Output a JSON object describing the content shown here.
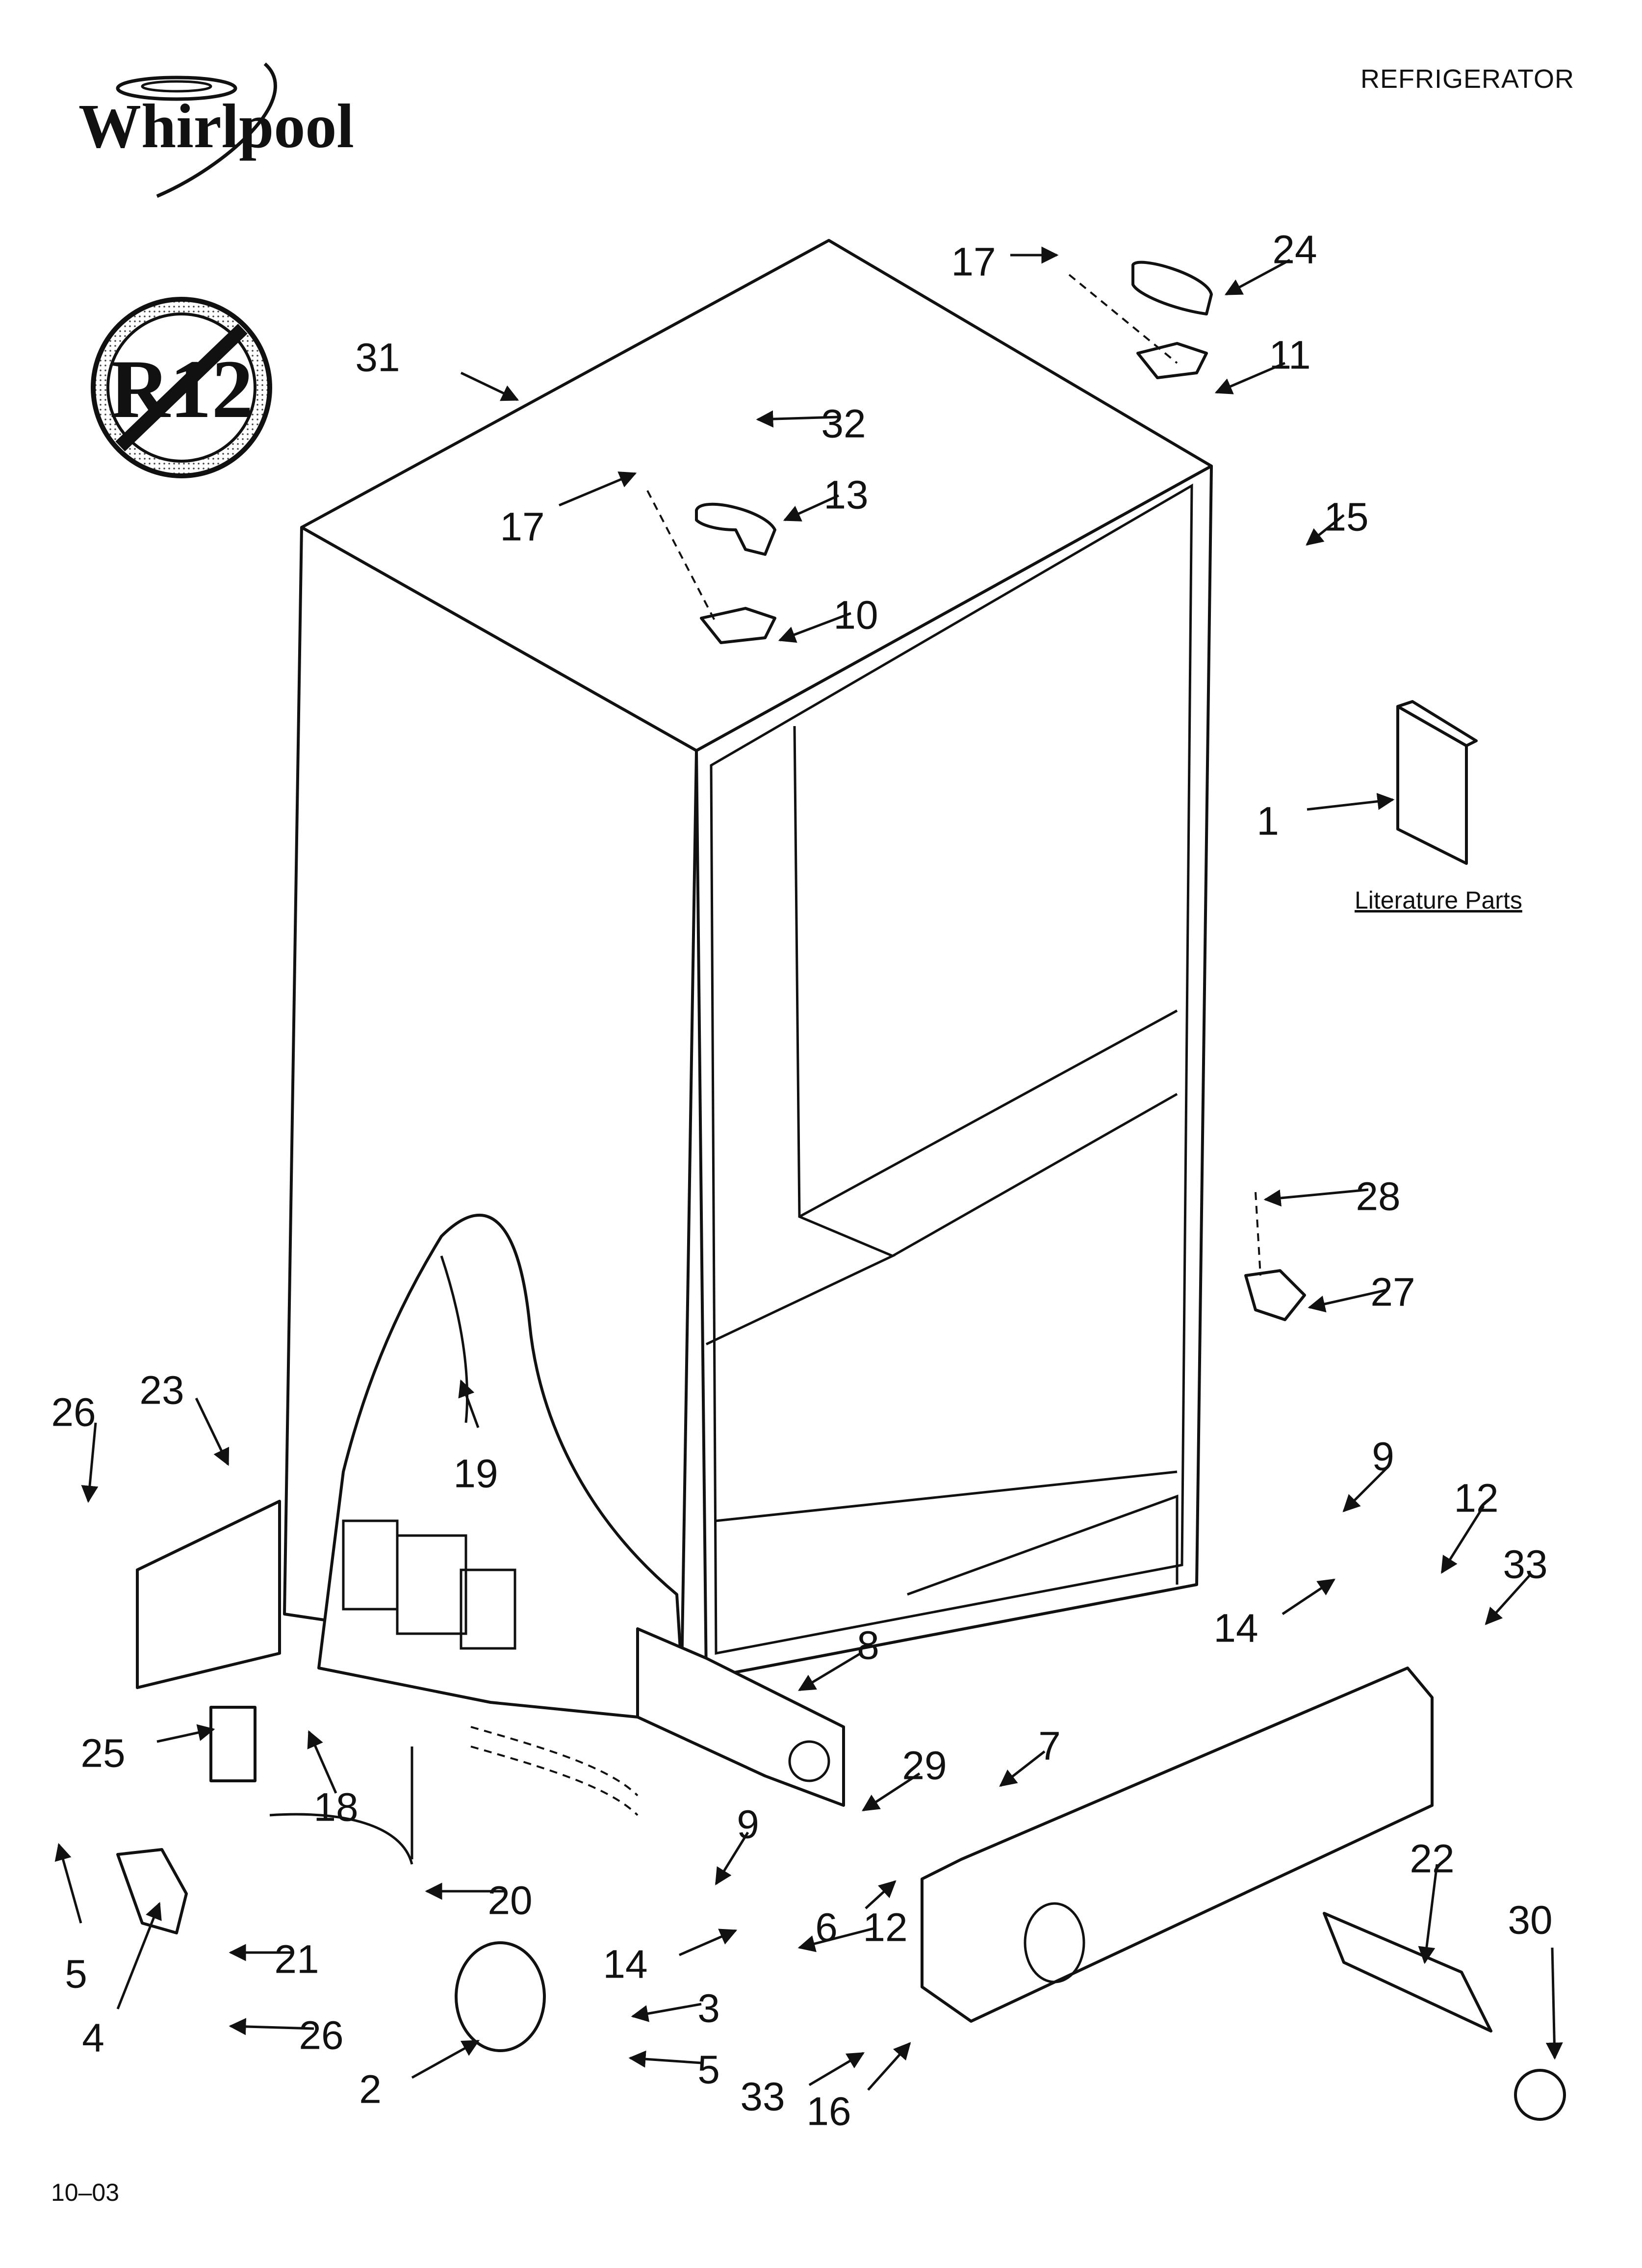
{
  "header": {
    "brand": "Whirlpool",
    "product": "REFRIGERATOR",
    "date_code": "10–03",
    "badge": "R12"
  },
  "literature_label": "Literature Parts",
  "callouts": [
    {
      "id": "c31",
      "label": "31"
    },
    {
      "id": "c17a",
      "label": "17"
    },
    {
      "id": "c24",
      "label": "24"
    },
    {
      "id": "c11",
      "label": "11"
    },
    {
      "id": "c32",
      "label": "32"
    },
    {
      "id": "c17b",
      "label": "17"
    },
    {
      "id": "c13",
      "label": "13"
    },
    {
      "id": "c15",
      "label": "15"
    },
    {
      "id": "c10",
      "label": "10"
    },
    {
      "id": "c1",
      "label": "1"
    },
    {
      "id": "c28",
      "label": "28"
    },
    {
      "id": "c27",
      "label": "27"
    },
    {
      "id": "c26a",
      "label": "26"
    },
    {
      "id": "c23",
      "label": "23"
    },
    {
      "id": "c19",
      "label": "19"
    },
    {
      "id": "c9a",
      "label": "9"
    },
    {
      "id": "c12a",
      "label": "12"
    },
    {
      "id": "c33a",
      "label": "33"
    },
    {
      "id": "c14a",
      "label": "14"
    },
    {
      "id": "c8",
      "label": "8"
    },
    {
      "id": "c25",
      "label": "25"
    },
    {
      "id": "c18",
      "label": "18"
    },
    {
      "id": "c29",
      "label": "29"
    },
    {
      "id": "c7",
      "label": "7"
    },
    {
      "id": "c9b",
      "label": "9"
    },
    {
      "id": "c20",
      "label": "20"
    },
    {
      "id": "c22",
      "label": "22"
    },
    {
      "id": "c30",
      "label": "30"
    },
    {
      "id": "c6",
      "label": "6"
    },
    {
      "id": "c12b",
      "label": "12"
    },
    {
      "id": "c5a",
      "label": "5"
    },
    {
      "id": "c21",
      "label": "21"
    },
    {
      "id": "c14b",
      "label": "14"
    },
    {
      "id": "c3",
      "label": "3"
    },
    {
      "id": "c4",
      "label": "4"
    },
    {
      "id": "c26b",
      "label": "26"
    },
    {
      "id": "c5b",
      "label": "5"
    },
    {
      "id": "c2",
      "label": "2"
    },
    {
      "id": "c33b",
      "label": "33"
    },
    {
      "id": "c16",
      "label": "16"
    }
  ]
}
